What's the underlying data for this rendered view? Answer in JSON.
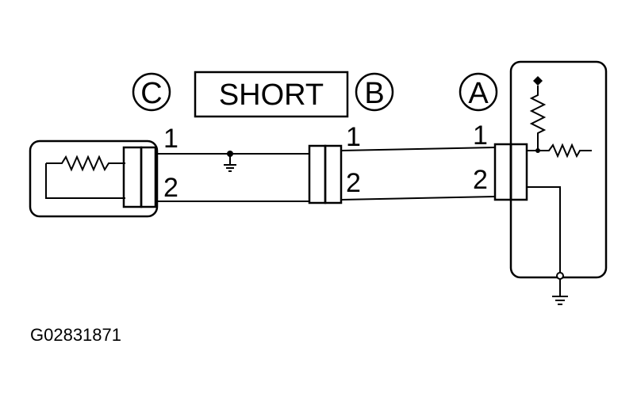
{
  "diagram": {
    "title_box": "SHORT",
    "connectors": {
      "a": {
        "letter": "A"
      },
      "b": {
        "letter": "B"
      },
      "c": {
        "letter": "C"
      }
    },
    "pins": {
      "c_pin1": "1",
      "c_pin2": "2",
      "b_pin1": "1",
      "b_pin2": "2",
      "a_pin1": "1",
      "a_pin2": "2"
    },
    "figure_code": "G02831871"
  },
  "colors": {
    "line": "#000000",
    "background": "#ffffff"
  }
}
